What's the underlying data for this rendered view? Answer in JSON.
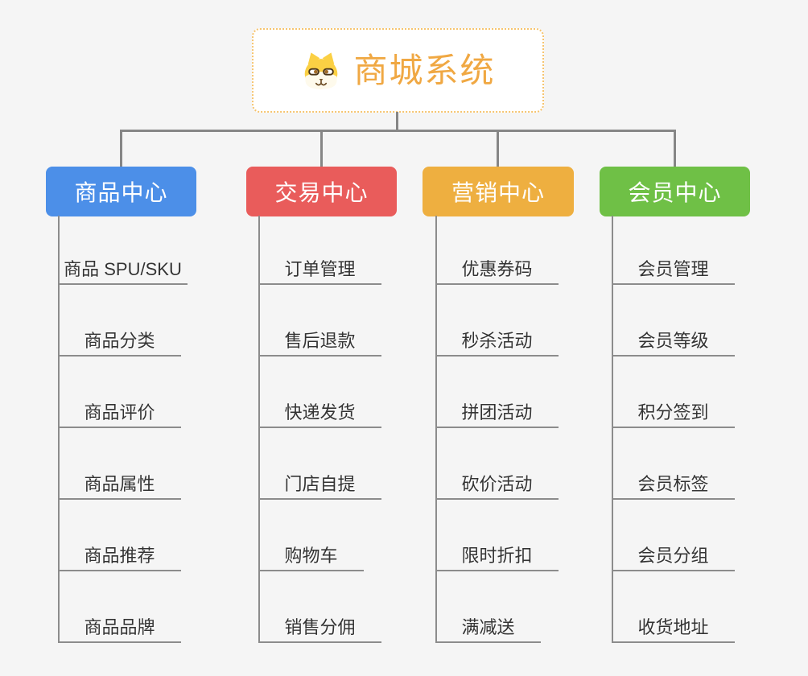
{
  "canvas": {
    "background_color": "#f5f5f5",
    "connector_color": "#868686",
    "underline_color": "#8c8c8c",
    "leaf_text_color": "#333333"
  },
  "root": {
    "label": "商城系统",
    "icon": "dog-face-icon",
    "text_color": "#f0a843",
    "border_color": "#f6c46f"
  },
  "branches": [
    {
      "label": "商品中心",
      "color": "#4c8fe8",
      "items": [
        "商品 SPU/SKU",
        "商品分类",
        "商品评价",
        "商品属性",
        "商品推荐",
        "商品品牌"
      ]
    },
    {
      "label": "交易中心",
      "color": "#e95c5b",
      "items": [
        "订单管理",
        "售后退款",
        "快递发货",
        "门店自提",
        "购物车",
        "销售分佣"
      ]
    },
    {
      "label": "营销中心",
      "color": "#eeaf40",
      "items": [
        "优惠券码",
        "秒杀活动",
        "拼团活动",
        "砍价活动",
        "限时折扣",
        "满减送"
      ]
    },
    {
      "label": "会员中心",
      "color": "#6fc046",
      "items": [
        "会员管理",
        "会员等级",
        "积分签到",
        "会员标签",
        "会员分组",
        "收货地址"
      ]
    }
  ]
}
